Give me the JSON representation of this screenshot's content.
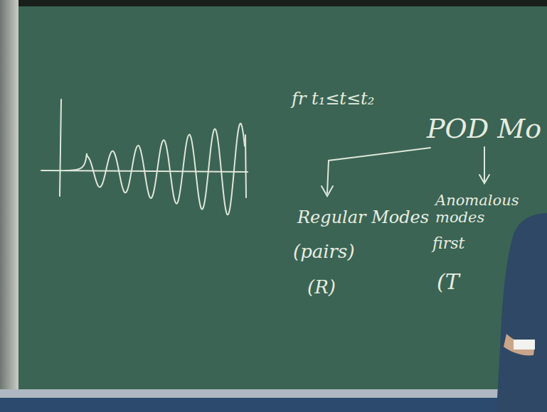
{
  "diagram": {
    "labels": [
      "fr t₁≤t≤t₂",
      "POD Mo",
      "Regular Modes",
      "(pairs)",
      "(R)",
      "Anomalous modes",
      "first",
      "(T"
    ]
  }
}
